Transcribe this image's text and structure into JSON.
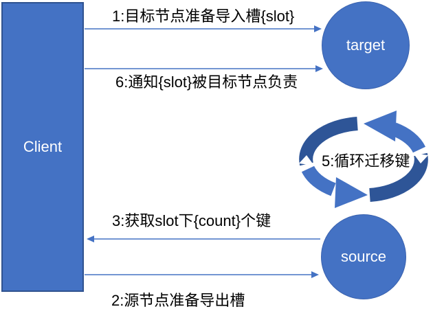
{
  "title": "redis-cluster-slot-migration-sequence-diagram",
  "client": {
    "label": "Client"
  },
  "nodes": {
    "target": {
      "label": "target"
    },
    "source": {
      "label": "source"
    }
  },
  "messages": {
    "m1": "1:目标节点准备导入槽{slot}",
    "m6": "6:通知{slot}被目标节点负责",
    "m3": "3:获取slot下{count}个键",
    "m2": "2:源节点准备导出槽",
    "m5": "5:循环迁移键"
  },
  "colors": {
    "node_fill": "#4472C4",
    "node_border": "#2F528F",
    "connector_line": "#4472C4",
    "cycle_dark": "#2E5597",
    "cycle_light": "#4472C4",
    "label_text": "#000000",
    "node_text": "#FFFFFF",
    "background": "#FFFFFF"
  }
}
